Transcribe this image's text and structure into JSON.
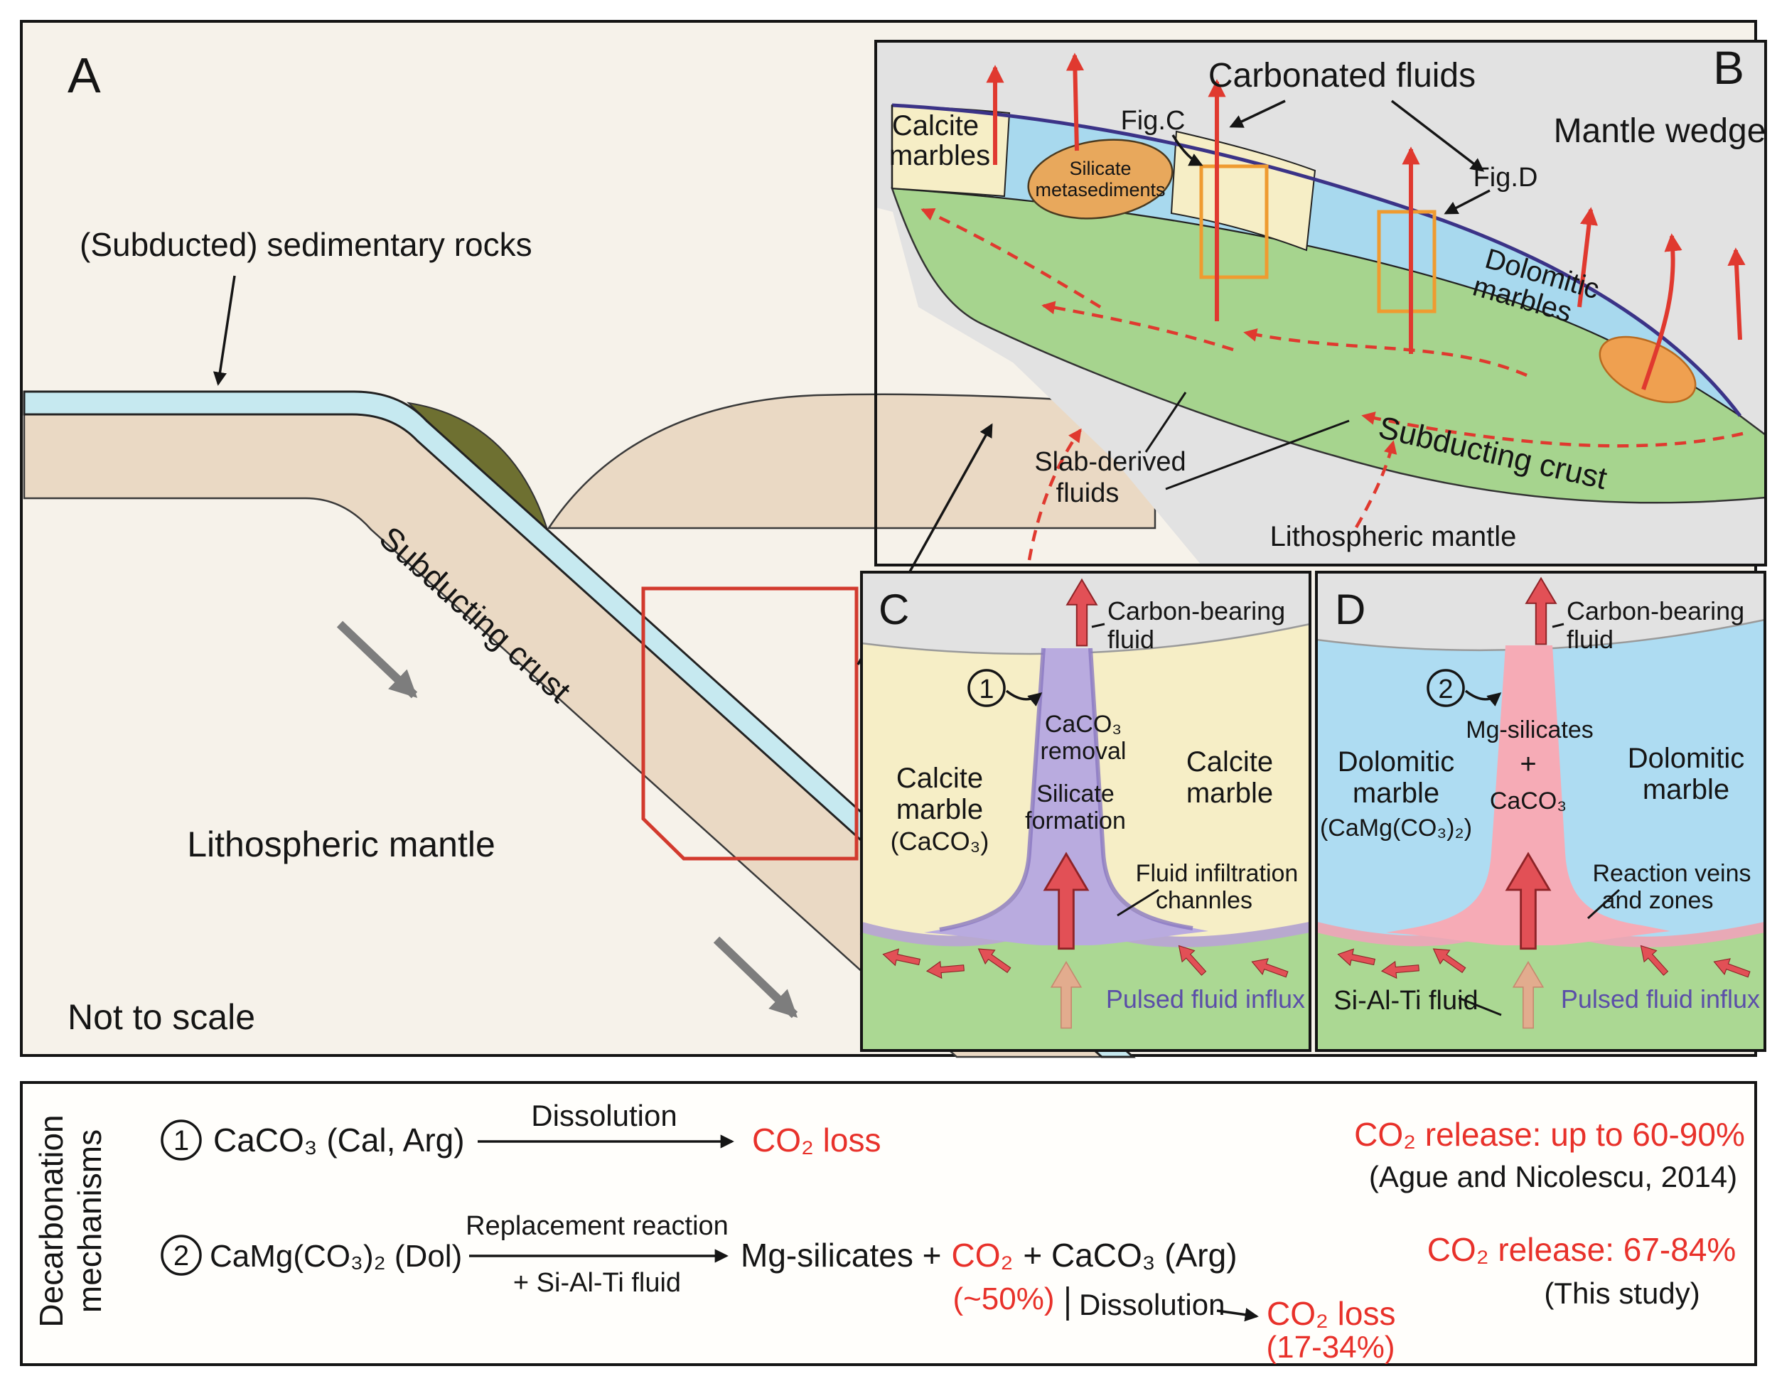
{
  "colors": {
    "red_accent": "#e0392f",
    "red_text": "#e8312a",
    "purple_text": "#5b4ea8",
    "green_crust": "#a6d48e",
    "blue_marble": "#a8d9ee",
    "yellow_marble": "#f6eec6",
    "orange_highlight": "#ef9b30"
  },
  "panel_a": {
    "label": "A",
    "sedimentary_rocks": "(Subducted) sedimentary rocks",
    "subducting_crust": "Subducting crust",
    "lithospheric_mantle": "Lithospheric mantle",
    "not_to_scale": "Not to scale"
  },
  "panel_b": {
    "label": "B",
    "carbonated_fluids": "Carbonated fluids",
    "mantle_wedge": "Mantle wedge",
    "calcite_marbles_1": "Calcite",
    "calcite_marbles_2": "marbles",
    "silicate_meta_1": "Silicate",
    "silicate_meta_2": "metasediments",
    "fig_c": "Fig.C",
    "fig_d": "Fig.D",
    "dolomitic_1": "Dolomitic",
    "dolomitic_2": "marbles",
    "slab_fluids_1": "Slab-derived",
    "slab_fluids_2": "fluids",
    "subducting_crust": "Subducting crust",
    "lithospheric_mantle": "Lithospheric mantle"
  },
  "panel_c": {
    "label": "C",
    "mechanism_num": "1",
    "carbon_1": "Carbon-bearing",
    "carbon_2": "fluid",
    "removal_1": "CaCO₃",
    "removal_2": "removal",
    "marble_left_1": "Calcite",
    "marble_left_2": "marble",
    "marble_left_3": "(CaCO₃)",
    "marble_right_1": "Calcite",
    "marble_right_2": "marble",
    "silicate_1": "Silicate",
    "silicate_2": "formation",
    "infiltration_1": "Fluid infiltration",
    "infiltration_2": "channles",
    "pulsed": "Pulsed fluid influx"
  },
  "panel_d": {
    "label": "D",
    "mechanism_num": "2",
    "carbon_1": "Carbon-bearing",
    "carbon_2": "fluid",
    "mg_silicates": "Mg-silicates",
    "plus": "+",
    "caco3": "CaCO₃",
    "marble_left_1": "Dolomitic",
    "marble_left_2": "marble",
    "marble_left_3": "(CaMg(CO₃)₂)",
    "marble_right_1": "Dolomitic",
    "marble_right_2": "marble",
    "veins_1": "Reaction veins",
    "veins_2": "and zones",
    "si_al_ti": "Si-Al-Ti fluid",
    "pulsed": "Pulsed fluid influx"
  },
  "mechanisms": {
    "sidebar_1": "Decarbonation",
    "sidebar_2": "mechanisms",
    "r1_num": "1",
    "r1_reactant": "CaCO₃ (Cal, Arg)",
    "r1_arrow_label": "Dissolution",
    "r1_product": "CO₂ loss",
    "r1_release": "CO₂ release: up to 60-90%",
    "r1_citation": "(Ague and Nicolescu, 2014)",
    "r2_num": "2",
    "r2_reactant": "CaMg(CO₃)₂ (Dol)",
    "r2_arrow_top": "Replacement reaction",
    "r2_arrow_bottom": "+ Si-Al-Ti fluid",
    "r2_product_a": "Mg-silicates +",
    "r2_product_co2": "CO₂",
    "r2_product_b": "+ CaCO₃ (Arg)",
    "r2_pct": "(~50%)",
    "r2_dissolution": "Dissolution",
    "r2_loss": "CO₂ loss",
    "r2_loss_pct": "(17-34%)",
    "r2_release": "CO₂ release: 67-84%",
    "r2_citation": "(This study)"
  }
}
